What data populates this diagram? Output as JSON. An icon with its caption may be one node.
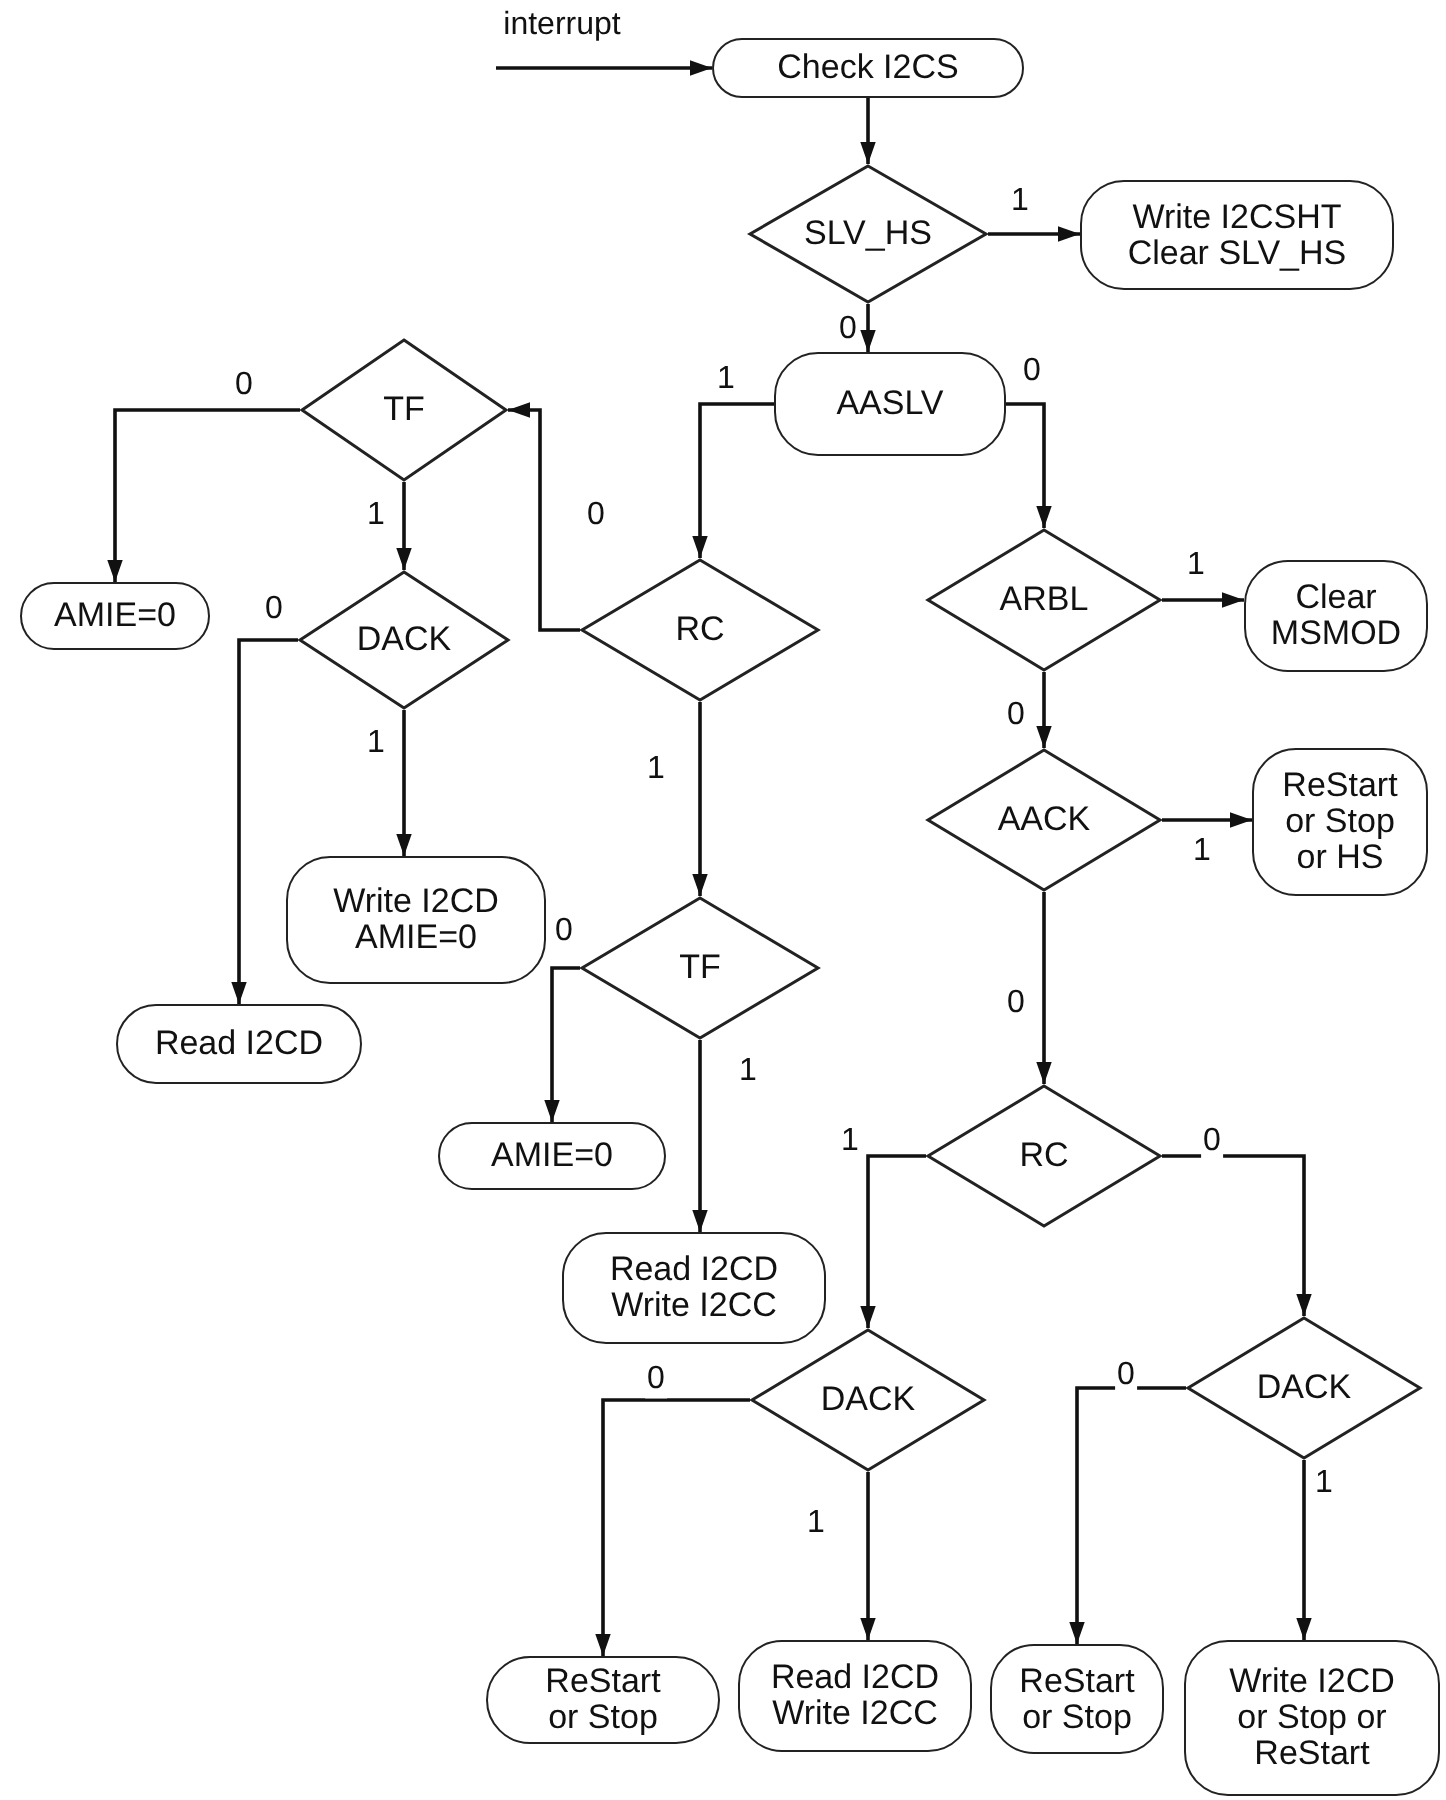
{
  "diagram": {
    "nodes": [
      {
        "text": [
          "Check I2CS"
        ]
      },
      {
        "text": [
          "SLV_HS"
        ]
      },
      {
        "text": [
          "Write I2CSHT Clear SLV_HS"
        ]
      },
      {
        "text": [
          "AASLV"
        ]
      },
      {
        "text": [
          "TF"
        ]
      },
      {
        "text": [
          "AMIE=0"
        ]
      },
      {
        "text": [
          "DACK"
        ]
      },
      {
        "text": [
          "RC"
        ]
      },
      {
        "text": [
          "ARBL"
        ]
      },
      {
        "text": [
          "Clear MSMOD"
        ]
      },
      {
        "text": [
          "Write I2CD AMIE=0"
        ]
      },
      {
        "text": [
          "Read I2CD"
        ]
      },
      {
        "text": [
          "TF"
        ]
      },
      {
        "text": [
          "AACK"
        ]
      },
      {
        "text": [
          "ReStart or Stop or HS"
        ]
      },
      {
        "text": [
          "AMIE=0"
        ]
      },
      {
        "text": [
          "Read I2CD Write I2CC"
        ]
      },
      {
        "text": [
          "RC"
        ]
      },
      {
        "text": [
          "DACK"
        ]
      },
      {
        "text": [
          "DACK"
        ]
      },
      {
        "text": [
          "ReStart or Stop"
        ]
      },
      {
        "text": [
          "Read I2CD Write I2CC"
        ]
      },
      {
        "text": [
          "ReStart or Stop"
        ]
      },
      {
        "text": [
          "Write I2CD or Stop or ReStart"
        ]
      }
    ],
    "edges": [
      {
        "from": null,
        "to": 0,
        "arrow": "to",
        "label": "interrupt"
      },
      {
        "from": 0,
        "to": 1,
        "arrow": "to"
      },
      {
        "from": 1,
        "to": 2,
        "arrow": "to",
        "label": "1"
      },
      {
        "from": 1,
        "to": 3,
        "arrow": "to",
        "label": "0"
      },
      {
        "from": 3,
        "to": 7,
        "arrow": "to",
        "label": "1"
      },
      {
        "from": 3,
        "to": 8,
        "arrow": "to",
        "label": "0"
      },
      {
        "from": 7,
        "to": 4,
        "arrow": "to",
        "label": "0"
      },
      {
        "from": 4,
        "to": 5,
        "arrow": "to",
        "label": "0"
      },
      {
        "from": 4,
        "to": 6,
        "arrow": "to",
        "label": "1"
      },
      {
        "from": 6,
        "to": 11,
        "arrow": "to",
        "label": "0"
      },
      {
        "from": 6,
        "to": 10,
        "arrow": "to",
        "label": "1"
      },
      {
        "from": 7,
        "to": 12,
        "arrow": "to",
        "label": "1"
      },
      {
        "from": 12,
        "to": 15,
        "arrow": "to",
        "label": "0"
      },
      {
        "from": 12,
        "to": 16,
        "arrow": "to",
        "label": "1"
      },
      {
        "from": 8,
        "to": 9,
        "arrow": "to",
        "label": "1"
      },
      {
        "from": 8,
        "to": 13,
        "arrow": "to",
        "label": "0"
      },
      {
        "from": 13,
        "to": 14,
        "arrow": "to",
        "label": "1"
      },
      {
        "from": 13,
        "to": 17,
        "arrow": "to",
        "label": "0"
      },
      {
        "from": 17,
        "to": 18,
        "arrow": "to",
        "label": "1"
      },
      {
        "from": 17,
        "to": 19,
        "arrow": "to",
        "label": "0"
      },
      {
        "from": 18,
        "to": 20,
        "arrow": "to",
        "label": "0"
      },
      {
        "from": 18,
        "to": 21,
        "arrow": "to",
        "label": "1"
      },
      {
        "from": 19,
        "to": 22,
        "arrow": "to",
        "label": "0"
      },
      {
        "from": 19,
        "to": 23,
        "arrow": "to",
        "label": "1"
      }
    ]
  }
}
